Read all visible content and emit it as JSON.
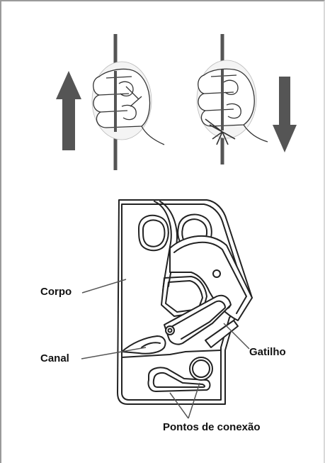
{
  "labels": {
    "body": "Corpo",
    "channel": "Canal",
    "trigger": "Gatilho",
    "connection_points": "Pontos de conexão"
  },
  "illustrations": {
    "left_hand_direction": "up",
    "right_hand_direction": "down"
  },
  "colors": {
    "arrow": "#555555",
    "line": "#222222",
    "background": "#ffffff"
  }
}
